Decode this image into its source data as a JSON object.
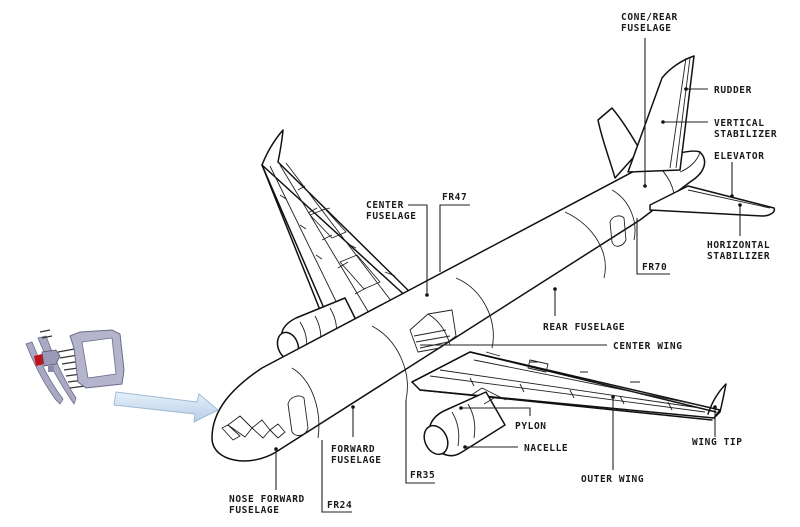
{
  "diagram": {
    "title": "Aircraft structural sections",
    "labels": {
      "cone_rear_fuselage": [
        "CONE/REAR",
        "FUSELAGE"
      ],
      "rudder": [
        "RUDDER"
      ],
      "vertical_stabilizer": [
        "VERTICAL",
        "STABILIZER"
      ],
      "elevator": [
        "ELEVATOR"
      ],
      "horizontal_stabilizer": [
        "HORIZONTAL",
        "STABILIZER"
      ],
      "fr70": [
        "FR70"
      ],
      "center_fuselage": [
        "CENTER",
        "FUSELAGE"
      ],
      "fr47": [
        "FR47"
      ],
      "rear_fuselage": [
        "REAR FUSELAGE"
      ],
      "center_wing": [
        "CENTER WING"
      ],
      "pylon": [
        "PYLON"
      ],
      "nacelle": [
        "NACELLE"
      ],
      "outer_wing": [
        "OUTER WING"
      ],
      "wing_tip": [
        "WING TIP"
      ],
      "forward_fuselage": [
        "FORWARD",
        "FUSELAGE"
      ],
      "fr35": [
        "FR35"
      ],
      "fr24": [
        "FR24"
      ],
      "nose_forward_fuselage": [
        "NOSE FORWARD",
        "FUSELAGE"
      ]
    },
    "inset": {
      "description": "Frame structure detail with red highlighted component",
      "highlight_color": "#c0121a",
      "frame_color": "#8e8ea8"
    },
    "arrow": {
      "direction": "right",
      "fill_color": "#cfe0f1"
    }
  }
}
